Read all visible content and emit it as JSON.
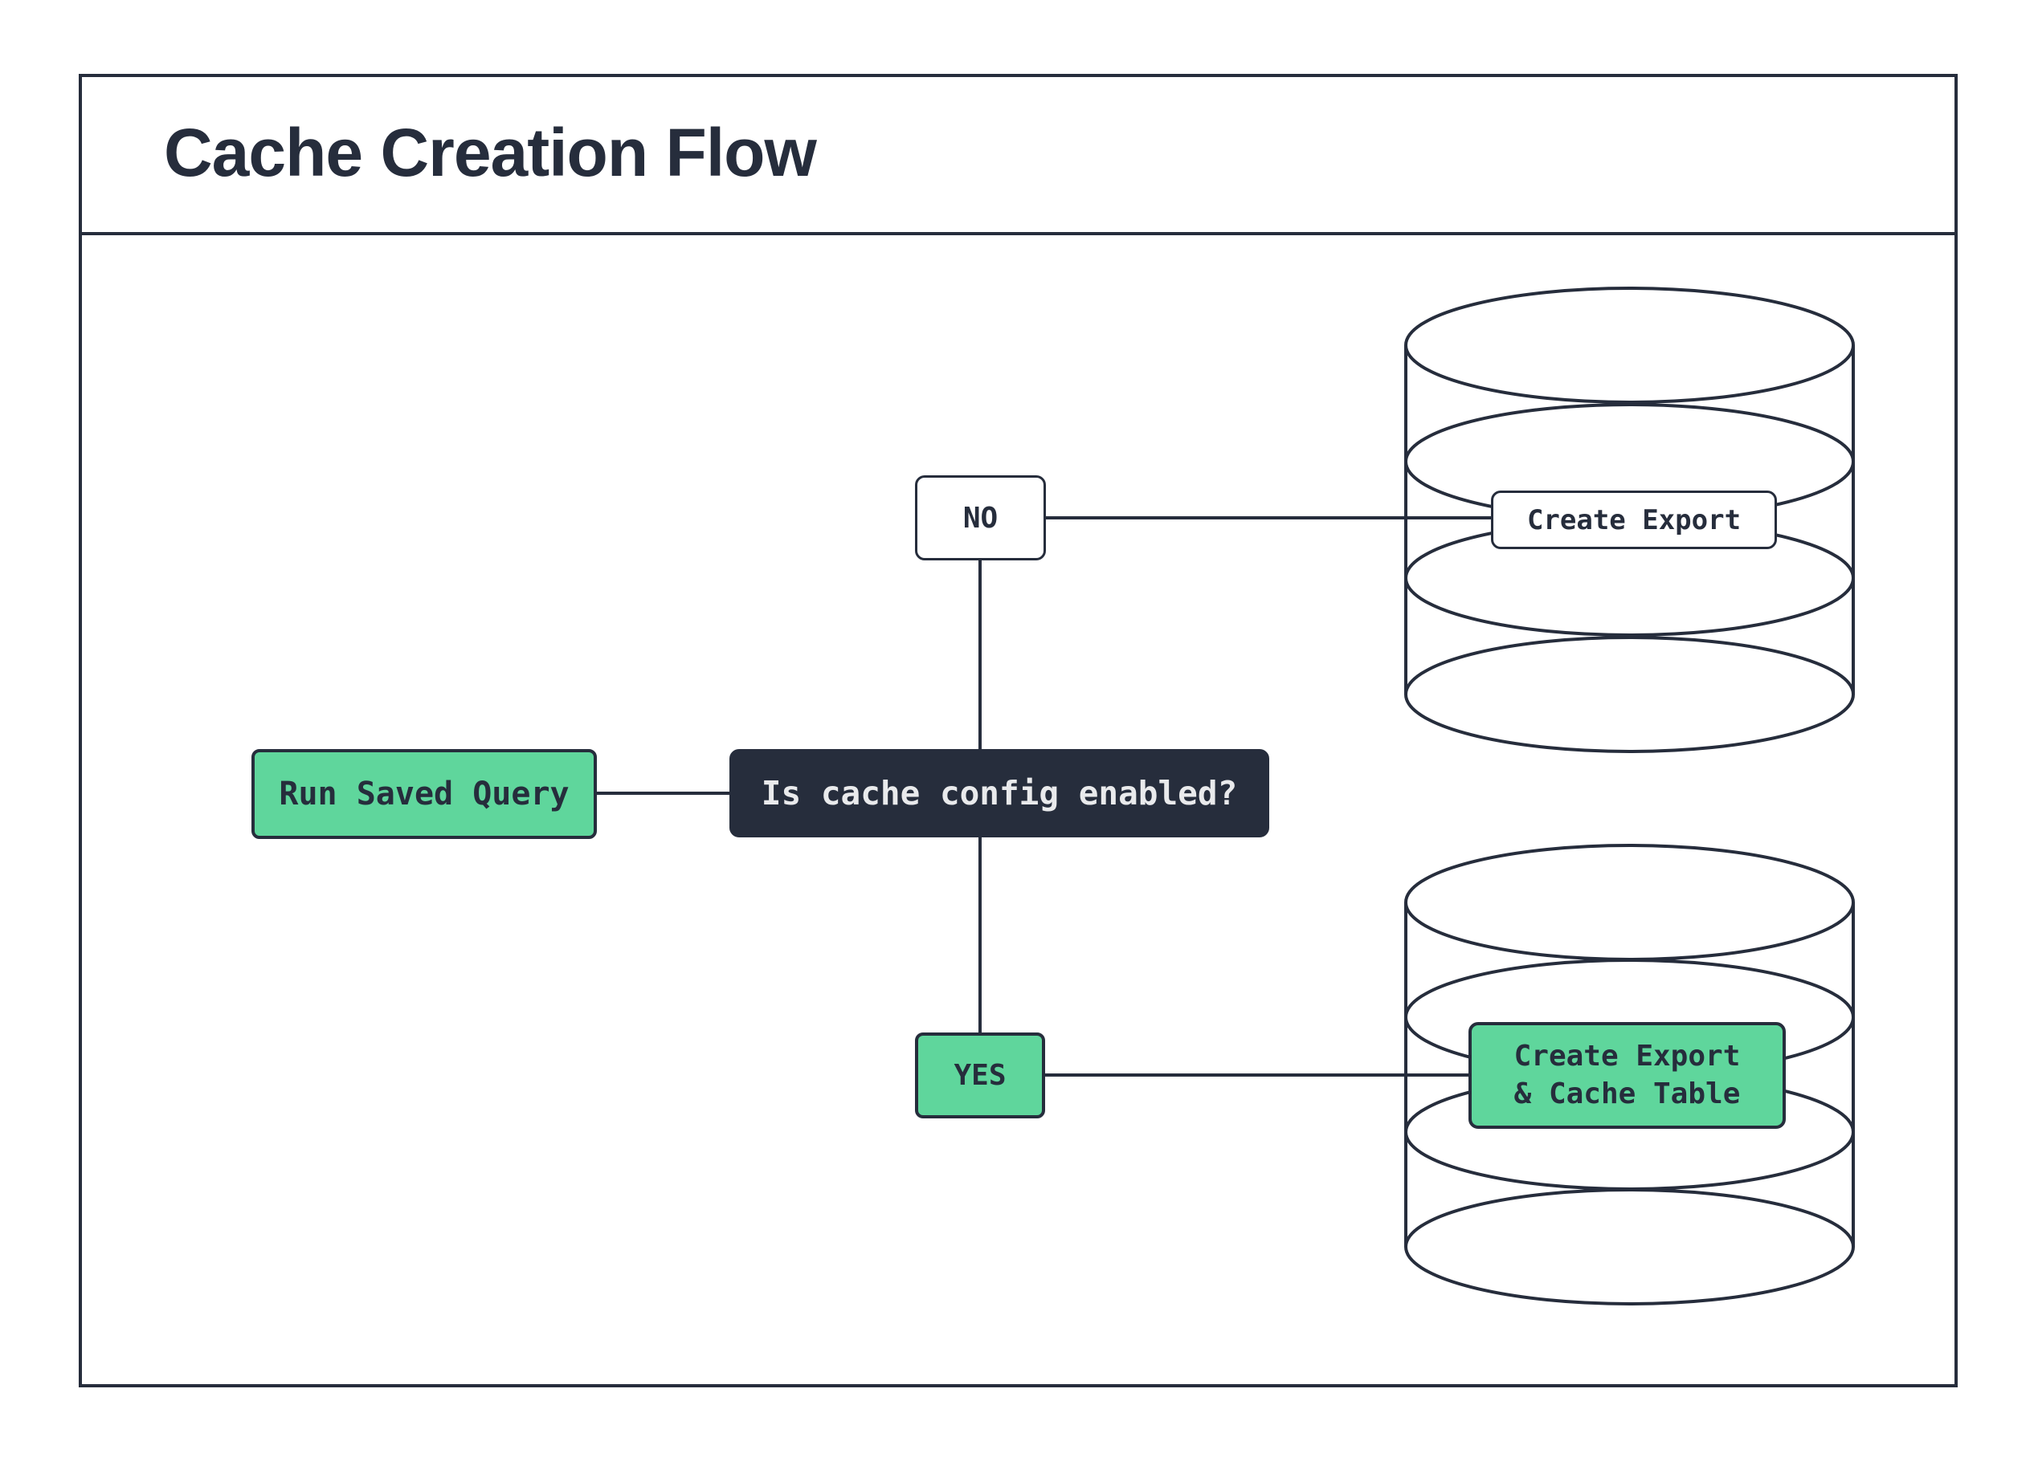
{
  "title": "Cache Creation Flow",
  "colors": {
    "ink": "#262D3C",
    "green": "#5FD69C",
    "paper": "#FFFFFF",
    "light_text": "#E9EAEC"
  },
  "nodes": {
    "start": {
      "label": "Run Saved Query"
    },
    "decision": {
      "label": "Is cache config enabled?"
    },
    "no": {
      "label": "NO"
    },
    "yes": {
      "label": "YES"
    },
    "create_export": {
      "label": "Create Export"
    },
    "create_export_cache": {
      "line1": "Create Export",
      "line2": "& Cache Table"
    }
  },
  "icons": {
    "database_top": "database-cylinder",
    "database_bottom": "database-cylinder"
  }
}
